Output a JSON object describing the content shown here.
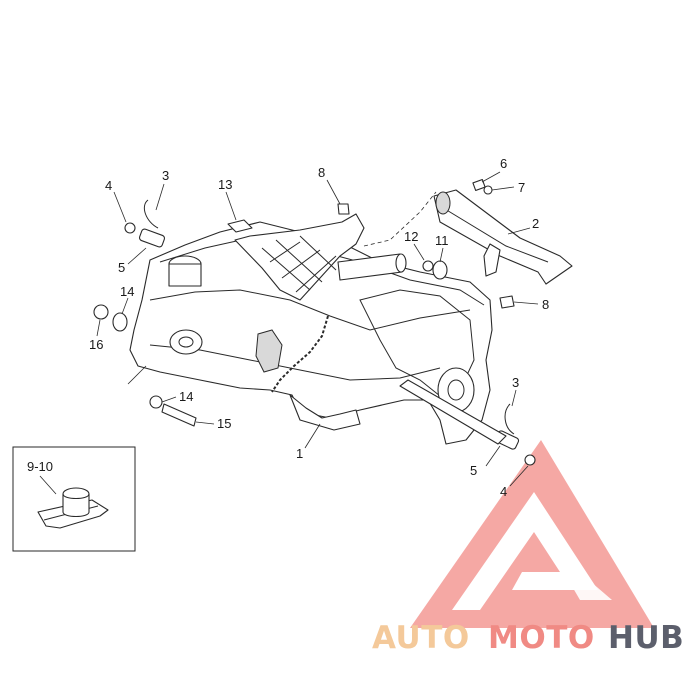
{
  "diagram": {
    "callouts": {
      "c1": "1",
      "c2": "2",
      "c3a": "3",
      "c3b": "3",
      "c4a": "4",
      "c4b": "4",
      "c5a": "5",
      "c5b": "5",
      "c6": "6",
      "c7": "7",
      "c8a": "8",
      "c8b": "8",
      "c11": "11",
      "c12": "12",
      "c13": "13",
      "c14a": "14",
      "c14b": "14",
      "c15": "15",
      "c16": "16"
    },
    "inset_label": "9-10"
  },
  "watermark": {
    "part1": "AUTO",
    "part2": "MOTO",
    "part3": "HUB",
    "colors": {
      "part1": "#f4c99a",
      "part2": "#f08a84",
      "part3": "#5c5f6c",
      "triangle": "#f28f8b"
    }
  }
}
